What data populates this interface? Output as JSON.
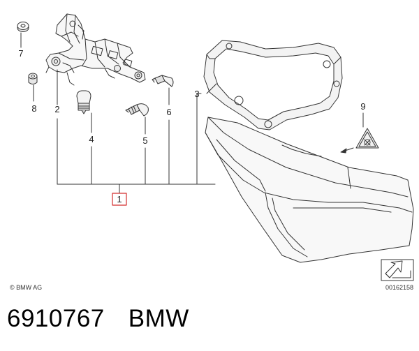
{
  "diagram": {
    "callouts": {
      "c1": "1",
      "c2": "2",
      "c3": "3",
      "c4": "4",
      "c5": "5",
      "c6": "6",
      "c7": "7",
      "c8": "8",
      "c9": "9"
    },
    "copyright": "© BMW AG",
    "image_number": "00162158",
    "colors": {
      "line": "#333333",
      "highlight": "#d32f2f"
    }
  },
  "caption": {
    "part_number": "6910767",
    "brand": "BMW"
  }
}
